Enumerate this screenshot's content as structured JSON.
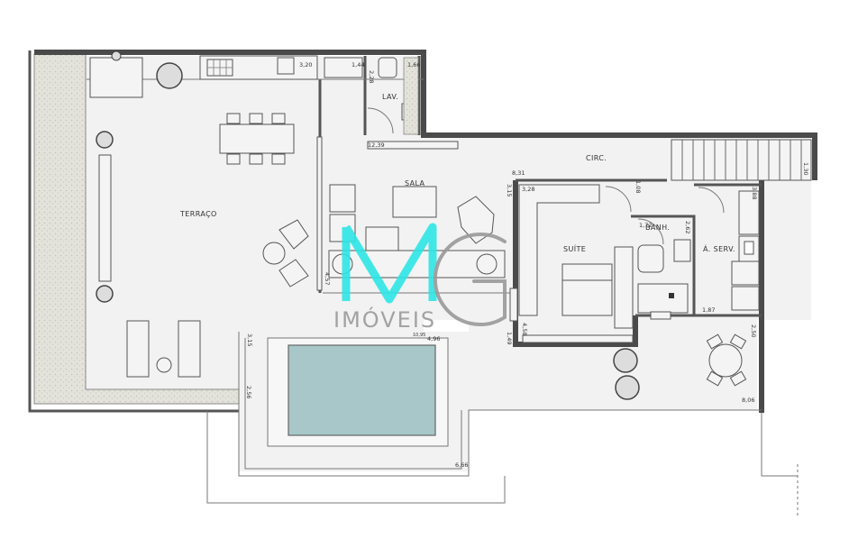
{
  "rooms": {
    "terraco": "TERRAÇO",
    "sala": "SALA",
    "circ": "CIRC.",
    "lav": "LAV.",
    "suite": "SUÍTE",
    "banh": "BANH.",
    "serv": "Á. SERV."
  },
  "dimensions": {
    "d320": "3,20",
    "d144": "1,44",
    "d228": "2,28",
    "d166": "1,66",
    "d1239": "12,39",
    "d831": "8,31",
    "d315a": "3,15",
    "d328": "3,28",
    "d108": "1,08",
    "d130": "1,30",
    "d388": "3,88",
    "d172": "1,72",
    "d262": "2,62",
    "d457": "4,57",
    "d458": "4,58",
    "d149": "1,49",
    "d187": "1,87",
    "d250": "2,50",
    "d315b": "3,15",
    "d496": "4,96",
    "d1095": "10,95",
    "d256": "2,56",
    "d806": "8,06",
    "d666": "6,66"
  },
  "watermark": {
    "letters": "MG",
    "subtitle": "IMÓVEIS",
    "color": "#2ee6e6"
  },
  "colors": {
    "pool": "#a7c7c9",
    "wall": "#4a4a4a",
    "planter": "#ddddd5"
  }
}
